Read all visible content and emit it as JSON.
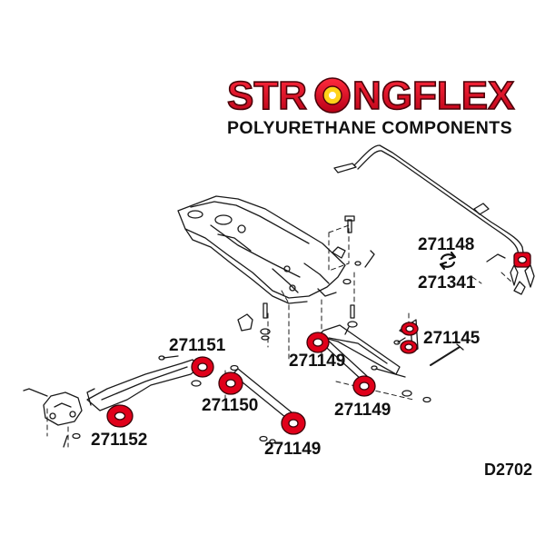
{
  "brand": {
    "name_part1": "STR",
    "name_part2": "NG",
    "name_part3": "FLEX",
    "tagline": "POLYURETHANE COMPONENTS"
  },
  "colors": {
    "brand_red": "#e3001b",
    "line": "#1a1a1a",
    "bushing_red": "#e0001a"
  },
  "callouts": [
    "271148",
    "271341",
    "271145",
    "271151",
    "271149",
    "271150",
    "271149",
    "271152",
    "271149"
  ],
  "swap_icon": "swap-arrows-icon",
  "diagram_code": "D2702"
}
